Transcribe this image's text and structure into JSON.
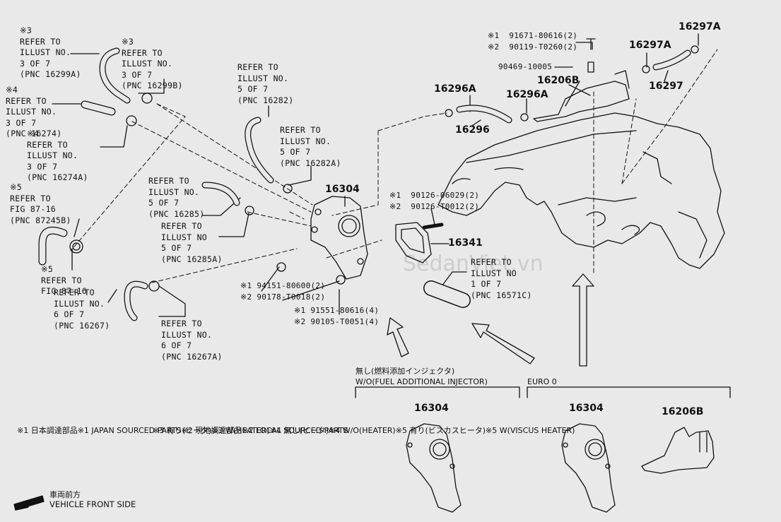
{
  "callouts": {
    "c16299a": [
      "※3",
      "REFER TO",
      "ILLUST NO.",
      "3 OF 7",
      "(PNC 16299A)"
    ],
    "c16299b": [
      "※3",
      "REFER TO",
      "ILLUST NO.",
      "3 OF 7",
      "(PNC 16299B)"
    ],
    "c16274": [
      "※4",
      "REFER TO",
      "ILLUST NO.",
      "3 OF 7",
      "(PNC 16274)"
    ],
    "c16274a": [
      "※4",
      "REFER TO",
      "ILLUST NO.",
      "3 OF 7",
      "(PNC 16274A)"
    ],
    "c87245b": [
      "※5",
      "REFER TO",
      "FIG 87-16",
      "(PNC 87245B)"
    ],
    "cfig8716": [
      "※5",
      "REFER TO",
      "FIG 87-16"
    ],
    "c16282": [
      "REFER TO",
      "ILLUST NO.",
      "5 OF 7",
      "(PNC 16282)"
    ],
    "c16282a": [
      "REFER TO",
      "ILLUST NO.",
      "5 OF 7",
      "(PNC 16282A)"
    ],
    "c16285": [
      "REFER TO",
      "ILLUST NO.",
      "5 OF 7",
      "(PNC 16285)"
    ],
    "c16285a": [
      "REFER TO",
      "ILLUST NO",
      "5 OF 7",
      "(PNC 16285A)"
    ],
    "c16267": [
      "REFER TO",
      "ILLUST NO.",
      "6 OF 7",
      "(PNC 16267)"
    ],
    "c16267a": [
      "REFER TO",
      "ILLUST NO.",
      "6 OF 7",
      "(PNC 16267A)"
    ],
    "c16571c": [
      "REFER TO",
      "ILLUST NO",
      "1 OF 7",
      "(PNC 16571C)"
    ]
  },
  "part_numbers": {
    "p16297a_1": "16297A",
    "p16297a_2": "16297A",
    "p16297": "16297",
    "p16206b": "16206B",
    "p16296a_1": "16296A",
    "p16296a_2": "16296A",
    "p16296": "16296",
    "p16304": "16304",
    "p16341": "16341",
    "p16304_wo": "16304",
    "p16304_euro": "16304",
    "p16206b_euro": "16206B"
  },
  "fastener_refs": {
    "f1": [
      "※1  91671-80616(2)",
      "※2  90119-T0260(2)"
    ],
    "f2": [
      "90469-10005"
    ],
    "f3": [
      "※1  90126-06029(2)",
      "※2  90126-T0012(2)"
    ],
    "f4": [
      "※1 94151-80600(2)",
      "※2 90178-T0018(2)"
    ],
    "f5": [
      "※1 91551-80616(4)",
      "※2 90105-T0051(4)"
    ]
  },
  "sections": {
    "wo_jp": "無し(燃料添加インジェクタ)",
    "wo_en": "W/O(FUEL ADDITIONAL INJECTOR)",
    "euro": "EURO 0"
  },
  "legend": {
    "col1": [
      "※1 日本調達部品",
      "※1 JAPAN SOURCED PARTS",
      "※2 現地調達部品",
      "※2 LOCAL SOURCED PARTS"
    ],
    "col2": [
      "※3 有り(ヒータ)",
      "※3 W(HEATER)",
      "※4 無し(ヒータ)",
      "※4 W/O(HEATER)",
      "※5 有り(ビスカスヒータ)",
      "※5 W(VISCUS HEATER)"
    ]
  },
  "front": {
    "jp": "車両前方",
    "en": "VEHICLE FRONT SIDE"
  },
  "watermark": "SedanViet.vn",
  "colors": {
    "background": "#e9e9e9",
    "ink": "#111111"
  }
}
